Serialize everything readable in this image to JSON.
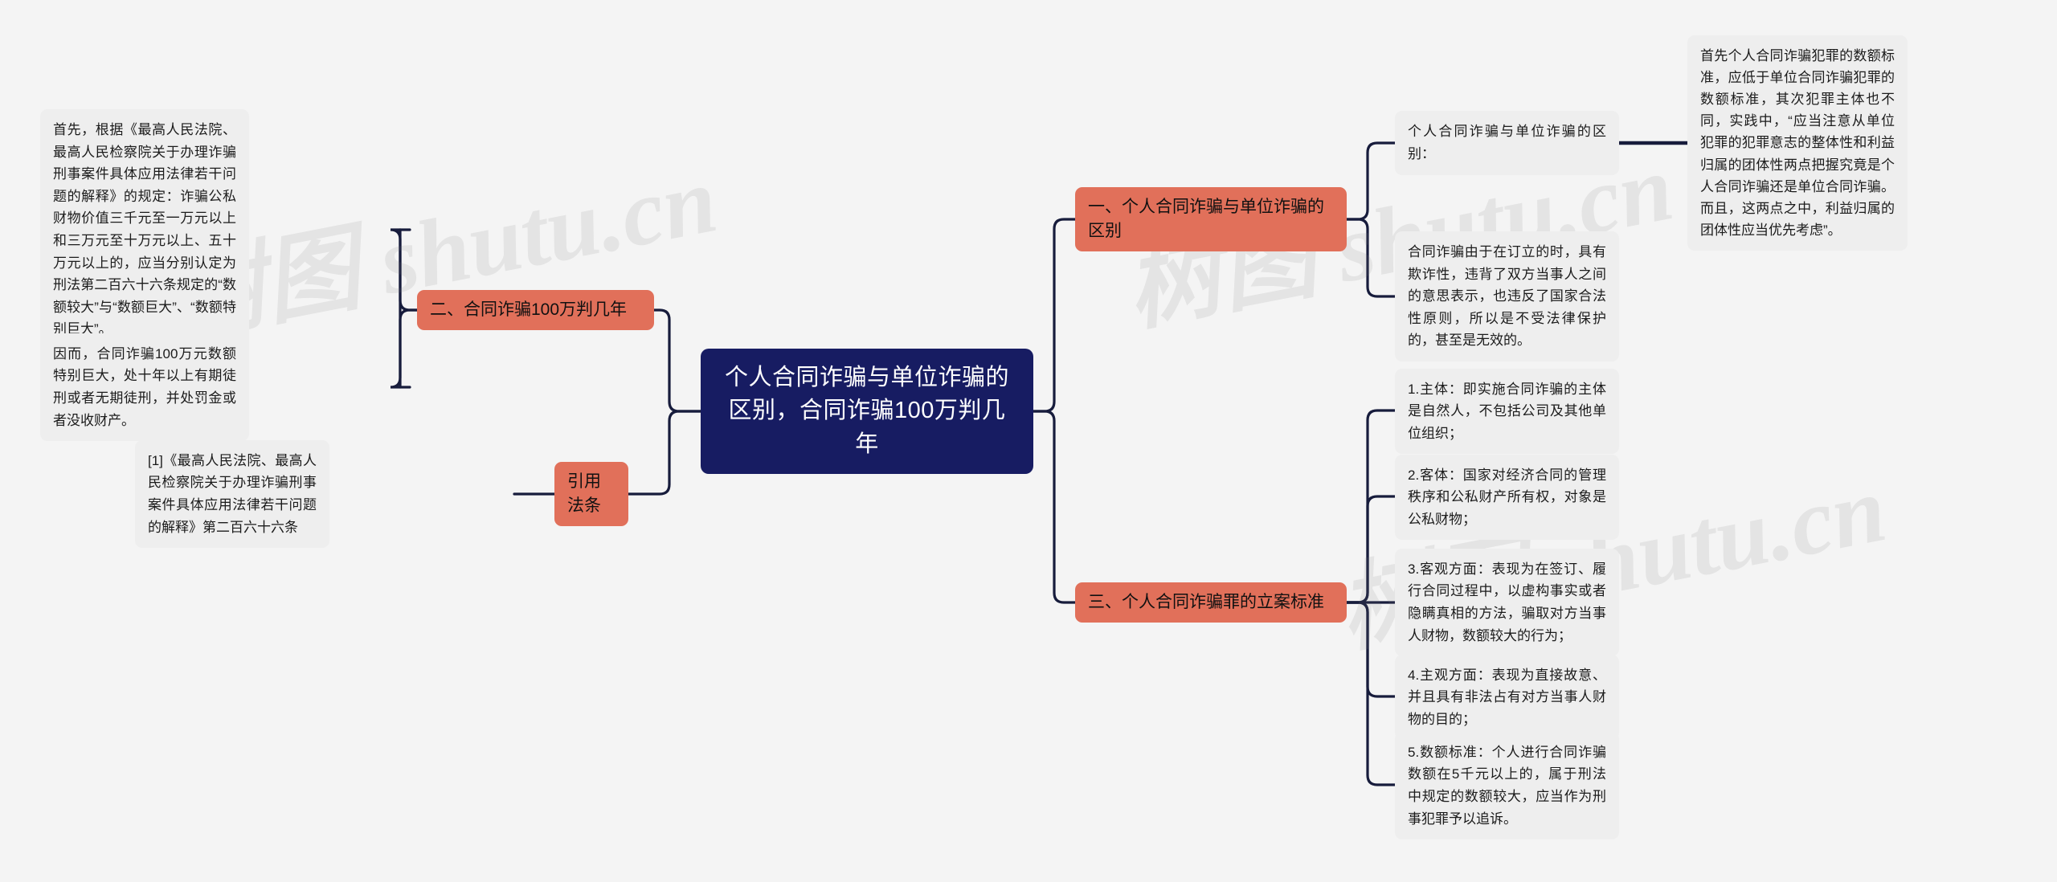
{
  "colors": {
    "background": "#f4f4f4",
    "root_fill": "#171c62",
    "root_text": "#ffffff",
    "branch_fill": "#e1705a",
    "branch_text": "#111111",
    "leaf_fill": "#eeeeee",
    "leaf_text": "#1b1b1b",
    "connector": "#171c3c"
  },
  "watermark": {
    "text": "树图 shutu.cn"
  },
  "root": {
    "title": "个人合同诈骗与单位诈骗的区别，合同诈骗100万判几年"
  },
  "branches": {
    "left": [
      {
        "id": "branch-2",
        "label": "二、合同诈骗100万判几年",
        "children": [
          {
            "id": "leaf-left-1",
            "text": "首先，根据《最高人民法院、最高人民检察院关于办理诈骗刑事案件具体应用法律若干问题的解释》的规定：诈骗公私财物价值三千元至一万元以上和三万元至十万元以上、五十万元以上的，应当分别认定为刑法第二百六十六条规定的“数额较大”与“数额巨大”、“数额特别巨大”。"
          },
          {
            "id": "leaf-left-2",
            "text": "因而，合同诈骗100万元数额特别巨大，处十年以上有期徒刑或者无期徒刑，并处罚金或者没收财产。"
          }
        ]
      },
      {
        "id": "branch-cite",
        "label": "引用法条",
        "children": [
          {
            "id": "leaf-left-3",
            "text": "[1]《最高人民法院、最高人民检察院关于办理诈骗刑事案件具体应用法律若干问题的解释》第二百六十六条"
          }
        ]
      }
    ],
    "right": [
      {
        "id": "branch-1",
        "label": "一、个人合同诈骗与单位诈骗的区别",
        "children": [
          {
            "id": "leaf-right-1",
            "text": "个人合同诈骗与单位诈骗的区别：",
            "children": [
              {
                "id": "leaf-right-1-1",
                "text": "首先个人合同诈骗犯罪的数额标准，应低于单位合同诈骗犯罪的数额标准，其次犯罪主体也不同，实践中，“应当注意从单位犯罪的犯罪意志的整体性和利益归属的团体性两点把握究竟是个人合同诈骗还是单位合同诈骗。而且，这两点之中，利益归属的团体性应当优先考虑”。"
              }
            ]
          },
          {
            "id": "leaf-right-2",
            "text": "合同诈骗由于在订立的时，具有欺诈性，违背了双方当事人之间的意思表示，也违反了国家合法性原则，所以是不受法律保护的，甚至是无效的。"
          }
        ]
      },
      {
        "id": "branch-3",
        "label": "三、个人合同诈骗罪的立案标准",
        "children": [
          {
            "id": "leaf-right-3",
            "text": "1.主体：即实施合同诈骗的主体是自然人，不包括公司及其他单位组织；"
          },
          {
            "id": "leaf-right-4",
            "text": "2.客体：国家对经济合同的管理秩序和公私财产所有权，对象是公私财物；"
          },
          {
            "id": "leaf-right-5",
            "text": "3.客观方面：表现为在签订、履行合同过程中，以虚构事实或者隐瞒真相的方法，骗取对方当事人财物，数额较大的行为；"
          },
          {
            "id": "leaf-right-6",
            "text": "4.主观方面：表现为直接故意、并且具有非法占有对方当事人财物的目的；"
          },
          {
            "id": "leaf-right-7",
            "text": "5.数额标准：个人进行合同诈骗数额在5千元以上的，属于刑法中规定的数额较大，应当作为刑事犯罪予以追诉。"
          }
        ]
      }
    ]
  }
}
